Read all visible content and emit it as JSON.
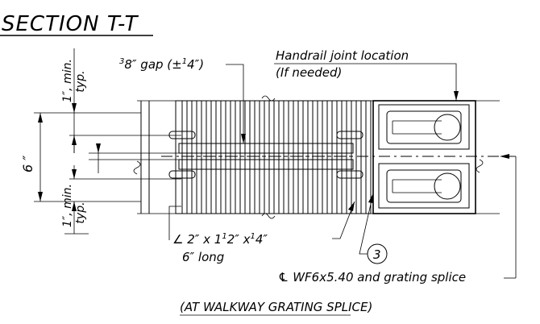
{
  "title": "SECTION T-T",
  "subtitle": "(AT WALKWAY GRATING SPLICE)",
  "callouts": {
    "gap_main": "8",
    "gap_sup": "3",
    "gap_rest": "″ gap (±",
    "gap_tol": "4",
    "gap_tol_sup": "1",
    "gap_end": "″)",
    "handrail_1": "Handrail joint location",
    "handrail_2": "(If needed)",
    "angle_1": "∠ 2″ x 1",
    "angle_1b": "1",
    "angle_1c": "2",
    "angle_1d": "″  x",
    "angle_1e": "1",
    "angle_1f": "4",
    "angle_1g": "″",
    "angle_2": "6″ long",
    "wf": "℄ WF6x5.40 and grating splice",
    "detail_num": "3"
  },
  "dims": {
    "height": "6 ″",
    "top_min": "1″, min.",
    "top_typ": "typ.",
    "bot_min": "1″, min.",
    "bot_typ": "typ."
  }
}
